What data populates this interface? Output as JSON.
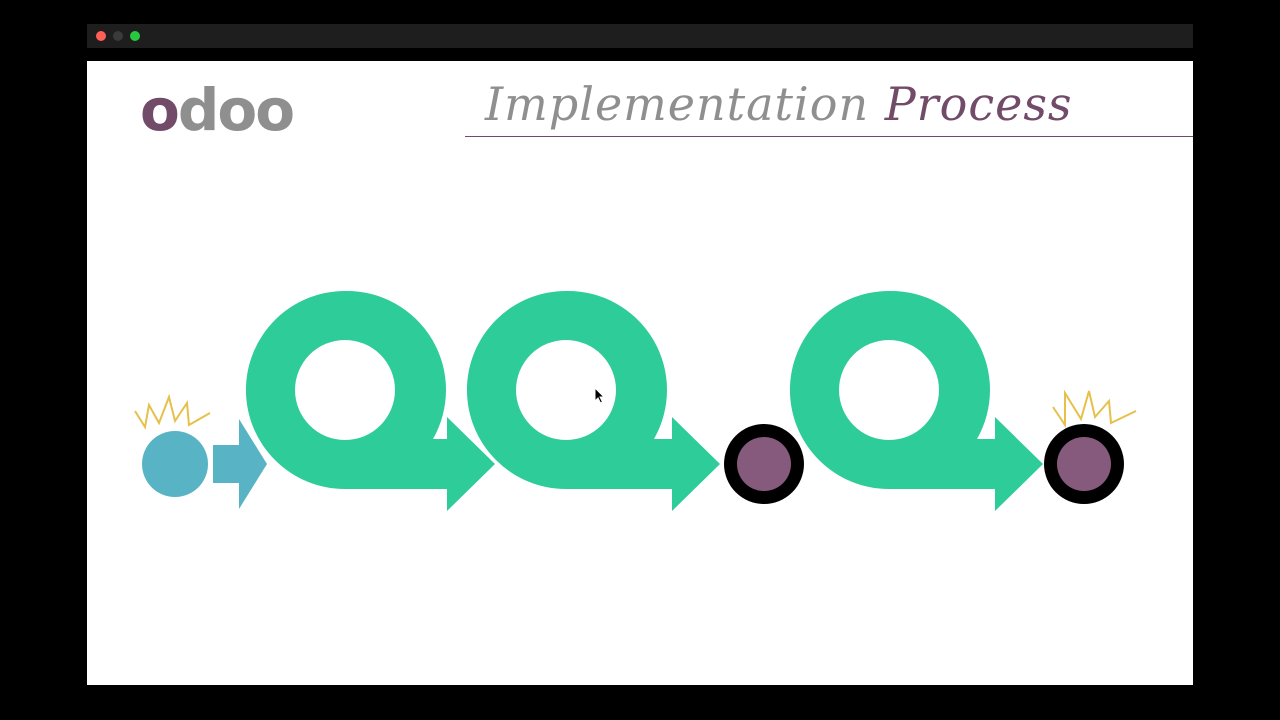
{
  "window": {
    "buttons": [
      {
        "name": "close",
        "color": "#ff5f57"
      },
      {
        "name": "minimize",
        "color": "#3a3a3a"
      },
      {
        "name": "maximize",
        "color": "#28c840"
      }
    ],
    "status_color": "#e0903a"
  },
  "slide": {
    "logo": {
      "first": "o",
      "rest": "doo",
      "color_first": "#714b67",
      "color_rest": "#8f8f8f"
    },
    "title": {
      "part1": "Implementation ",
      "part2": "Process",
      "color_part1": "#8f8f8f",
      "color_part2": "#714b67"
    },
    "colors": {
      "loop": "#2ecc99",
      "start": "#58b4c4",
      "milestone_outer": "#000000",
      "milestone_inner": "#865a7c",
      "sparkle": "#e6c04a",
      "rule": "#714b67"
    },
    "flow": [
      "start",
      "loop",
      "loop",
      "milestone",
      "loop",
      "milestone"
    ]
  }
}
